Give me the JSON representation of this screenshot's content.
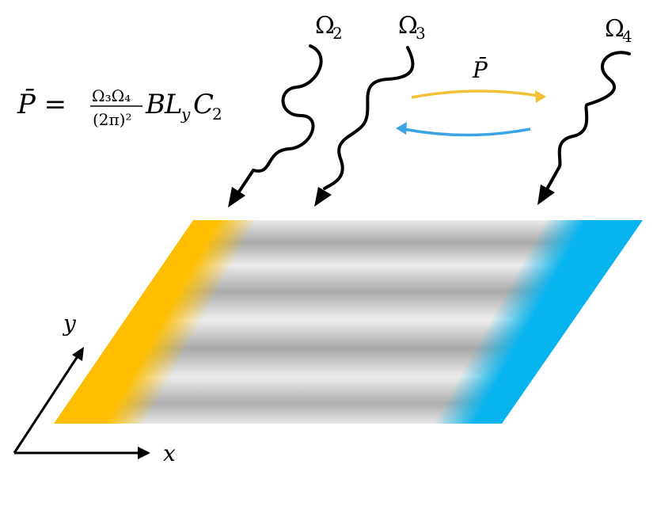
{
  "formula": {
    "lhs": "P̄ = ",
    "frac_num": "Ω₃Ω₄",
    "frac_den": "(2π)²",
    "rhs_B": "B",
    "rhs_L": "L",
    "rhs_L_sub": "y",
    "rhs_C": "C",
    "rhs_C_sub": "2"
  },
  "beams": [
    {
      "symbol": "Ω",
      "subscript": "2"
    },
    {
      "symbol": "Ω",
      "subscript": "3"
    },
    {
      "symbol": "Ω",
      "subscript": "4"
    }
  ],
  "pumping": {
    "label": "P̄",
    "forward_color": "#f2c037",
    "backward_color": "#3aa4e4"
  },
  "edges": {
    "left_color": "#ffbf00",
    "right_color": "#08b4ee"
  },
  "axes": {
    "x_label": "x",
    "y_label": "y"
  }
}
